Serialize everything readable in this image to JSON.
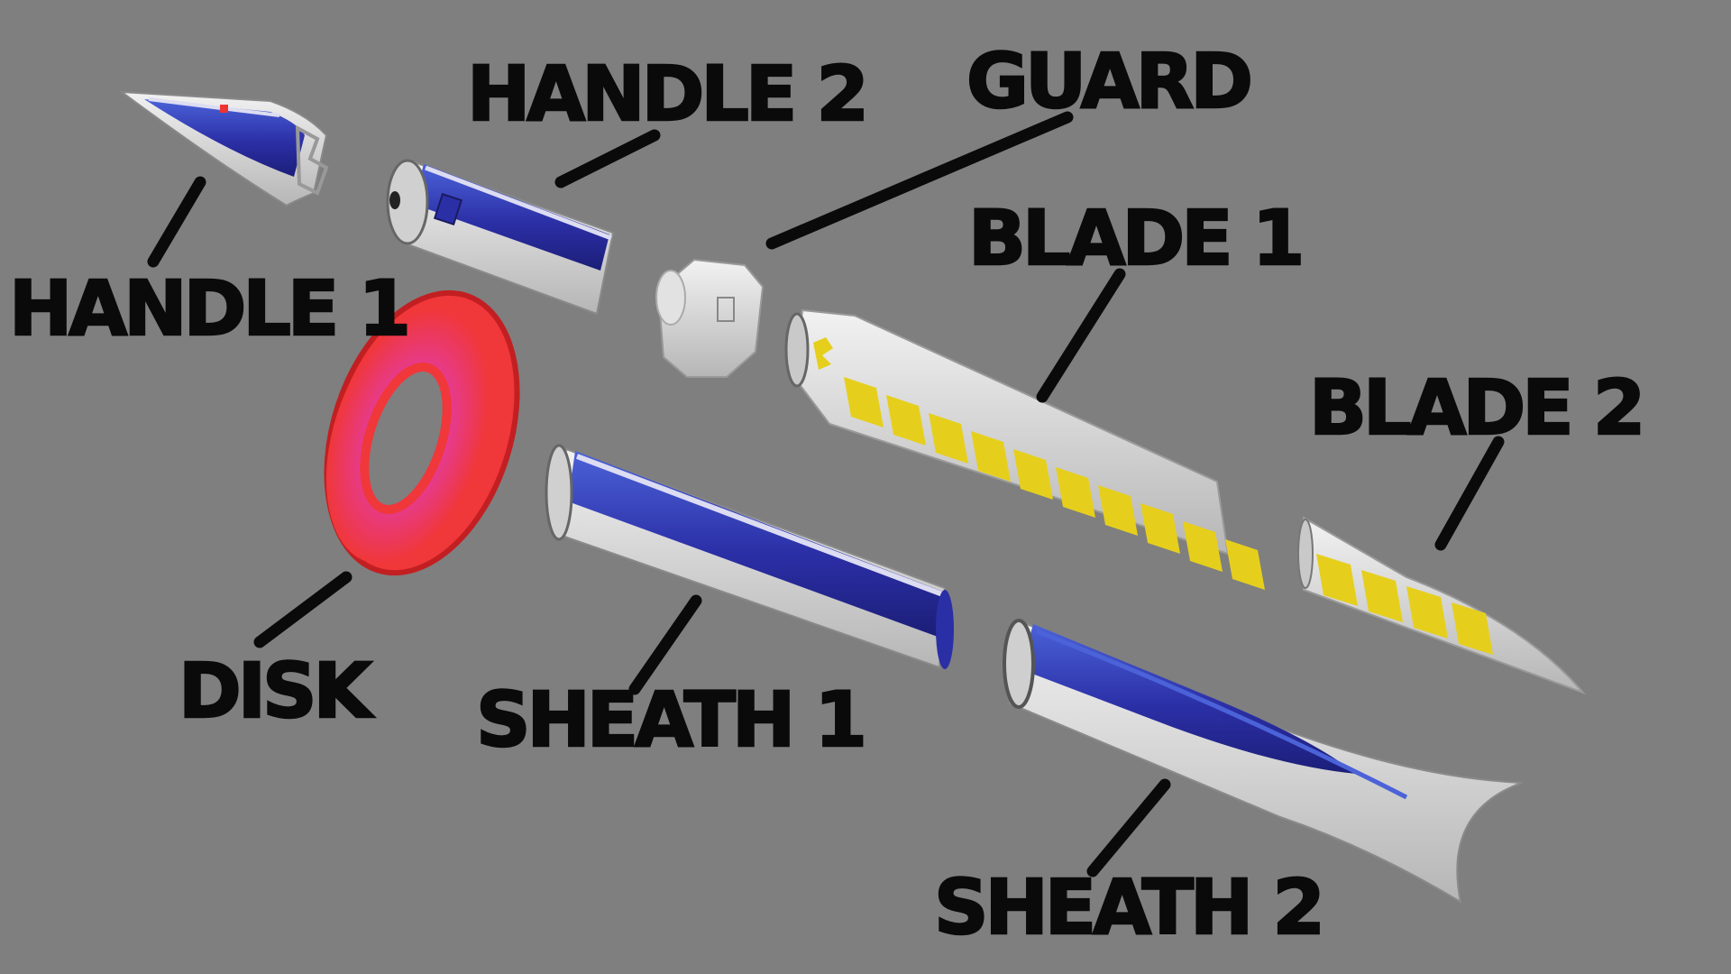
{
  "labels": {
    "handle1": "HANDLE 1",
    "handle2": "HANDLE 2",
    "guard": "GUARD",
    "blade1": "BLADE 1",
    "blade2": "BLADE 2",
    "disk": "DISK",
    "sheath1": "SHEATH 1",
    "sheath2": "SHEATH 2"
  },
  "colors": {
    "background": "#7f7f7f",
    "label": "#0a0a0a",
    "metal": "#d9d9d9",
    "metal_dark": "#a9a9a9",
    "blue": "#2b2fa6",
    "blue_light": "#4b62d8",
    "stripe": "#dcdcf2",
    "yellow": "#e6cf1c",
    "disk_red": "#f0373a",
    "disk_pink": "#e53b95"
  }
}
